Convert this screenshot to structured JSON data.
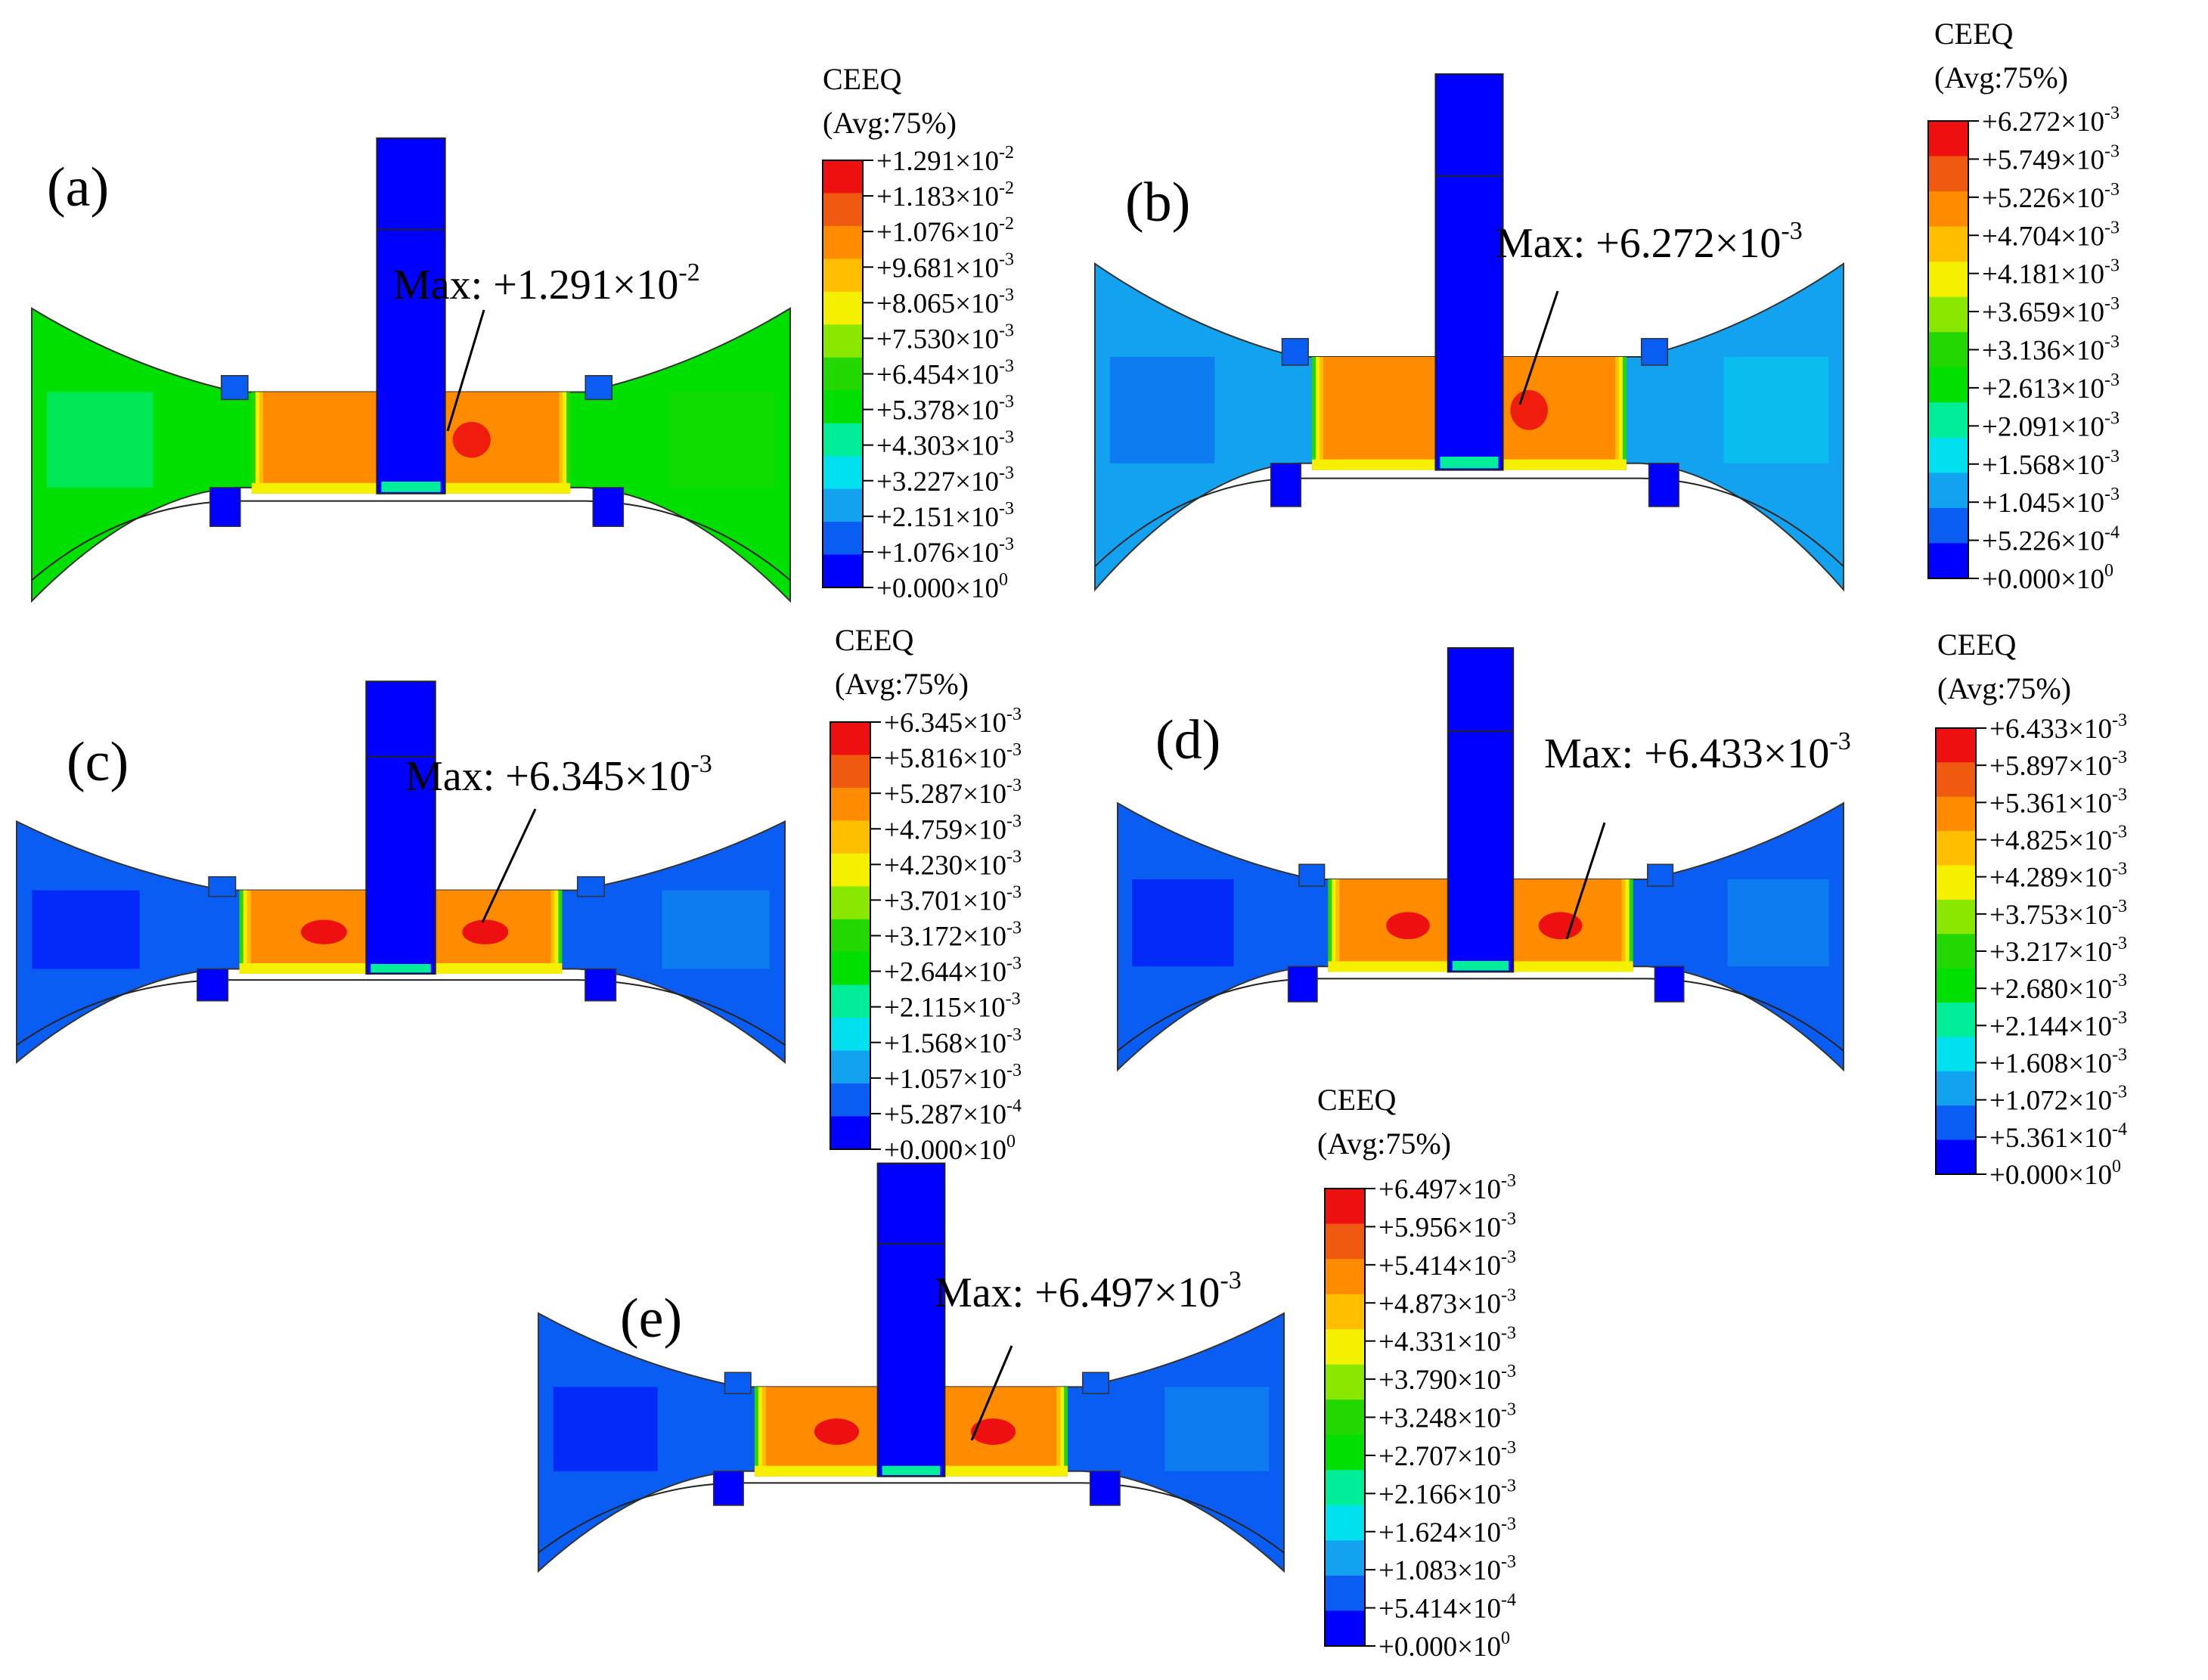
{
  "legend_colors": [
    "#0000ff",
    "#0a5df2",
    "#12a2f0",
    "#00e0ee",
    "#00ee9a",
    "#00e000",
    "#22d800",
    "#8ae800",
    "#f4f000",
    "#ffbe00",
    "#ff8c00",
    "#f05a10",
    "#ee1010"
  ],
  "panels": [
    {
      "id": "a",
      "letter": "(a)",
      "legend_title": "CEEQ",
      "legend_avg": "(Avg:75%)",
      "ticks": [
        {
          "m": "+1.291",
          "e": "-2"
        },
        {
          "m": "+1.183",
          "e": "-2"
        },
        {
          "m": "+1.076",
          "e": "-2"
        },
        {
          "m": "+9.681",
          "e": "-3"
        },
        {
          "m": "+8.065",
          "e": "-3"
        },
        {
          "m": "+7.530",
          "e": "-3"
        },
        {
          "m": "+6.454",
          "e": "-3"
        },
        {
          "m": "+5.378",
          "e": "-3"
        },
        {
          "m": "+4.303",
          "e": "-3"
        },
        {
          "m": "+3.227",
          "e": "-3"
        },
        {
          "m": "+2.151",
          "e": "-3"
        },
        {
          "m": "+1.076",
          "e": "-3"
        },
        {
          "m": "+0.000",
          "e": "0"
        }
      ],
      "max_mantissa": "Max: +1.291",
      "max_exp": "-2",
      "bg_level": 5
    },
    {
      "id": "b",
      "letter": "(b)",
      "legend_title": "CEEQ",
      "legend_avg": "(Avg:75%)",
      "ticks": [
        {
          "m": "+6.272",
          "e": "-3"
        },
        {
          "m": "+5.749",
          "e": "-3"
        },
        {
          "m": "+5.226",
          "e": "-3"
        },
        {
          "m": "+4.704",
          "e": "-3"
        },
        {
          "m": "+4.181",
          "e": "-3"
        },
        {
          "m": "+3.659",
          "e": "-3"
        },
        {
          "m": "+3.136",
          "e": "-3"
        },
        {
          "m": "+2.613",
          "e": "-3"
        },
        {
          "m": "+2.091",
          "e": "-3"
        },
        {
          "m": "+1.568",
          "e": "-3"
        },
        {
          "m": "+1.045",
          "e": "-3"
        },
        {
          "m": "+5.226",
          "e": "-4"
        },
        {
          "m": "+0.000",
          "e": "0"
        }
      ],
      "max_mantissa": "Max: +6.272",
      "max_exp": "-3",
      "bg_level": 2
    },
    {
      "id": "c",
      "letter": "(c)",
      "legend_title": "CEEQ",
      "legend_avg": "(Avg:75%)",
      "ticks": [
        {
          "m": "+6.345",
          "e": "-3"
        },
        {
          "m": "+5.816",
          "e": "-3"
        },
        {
          "m": "+5.287",
          "e": "-3"
        },
        {
          "m": "+4.759",
          "e": "-3"
        },
        {
          "m": "+4.230",
          "e": "-3"
        },
        {
          "m": "+3.701",
          "e": "-3"
        },
        {
          "m": "+3.172",
          "e": "-3"
        },
        {
          "m": "+2.644",
          "e": "-3"
        },
        {
          "m": "+2.115",
          "e": "-3"
        },
        {
          "m": "+1.568",
          "e": "-3"
        },
        {
          "m": "+1.057",
          "e": "-3"
        },
        {
          "m": "+5.287",
          "e": "-4"
        },
        {
          "m": "+0.000",
          "e": "0"
        }
      ],
      "max_mantissa": "Max: +6.345",
      "max_exp": "-3",
      "bg_level": 1
    },
    {
      "id": "d",
      "letter": "(d)",
      "legend_title": "CEEQ",
      "legend_avg": "(Avg:75%)",
      "ticks": [
        {
          "m": "+6.433",
          "e": "-3"
        },
        {
          "m": "+5.897",
          "e": "-3"
        },
        {
          "m": "+5.361",
          "e": "-3"
        },
        {
          "m": "+4.825",
          "e": "-3"
        },
        {
          "m": "+4.289",
          "e": "-3"
        },
        {
          "m": "+3.753",
          "e": "-3"
        },
        {
          "m": "+3.217",
          "e": "-3"
        },
        {
          "m": "+2.680",
          "e": "-3"
        },
        {
          "m": "+2.144",
          "e": "-3"
        },
        {
          "m": "+1.608",
          "e": "-3"
        },
        {
          "m": "+1.072",
          "e": "-3"
        },
        {
          "m": "+5.361",
          "e": "-4"
        },
        {
          "m": "+0.000",
          "e": "0"
        }
      ],
      "max_mantissa": "Max: +6.433",
      "max_exp": "-3",
      "bg_level": 1
    },
    {
      "id": "e",
      "letter": "(e)",
      "legend_title": "CEEQ",
      "legend_avg": "(Avg:75%)",
      "ticks": [
        {
          "m": "+6.497",
          "e": "-3"
        },
        {
          "m": "+5.956",
          "e": "-3"
        },
        {
          "m": "+5.414",
          "e": "-3"
        },
        {
          "m": "+4.873",
          "e": "-3"
        },
        {
          "m": "+4.331",
          "e": "-3"
        },
        {
          "m": "+3.790",
          "e": "-3"
        },
        {
          "m": "+3.248",
          "e": "-3"
        },
        {
          "m": "+2.707",
          "e": "-3"
        },
        {
          "m": "+2.166",
          "e": "-3"
        },
        {
          "m": "+1.624",
          "e": "-3"
        },
        {
          "m": "+1.083",
          "e": "-3"
        },
        {
          "m": "+5.414",
          "e": "-4"
        },
        {
          "m": "+0.000",
          "e": "0"
        }
      ],
      "max_mantissa": "Max: +6.497",
      "max_exp": "-3",
      "bg_level": 1
    }
  ]
}
